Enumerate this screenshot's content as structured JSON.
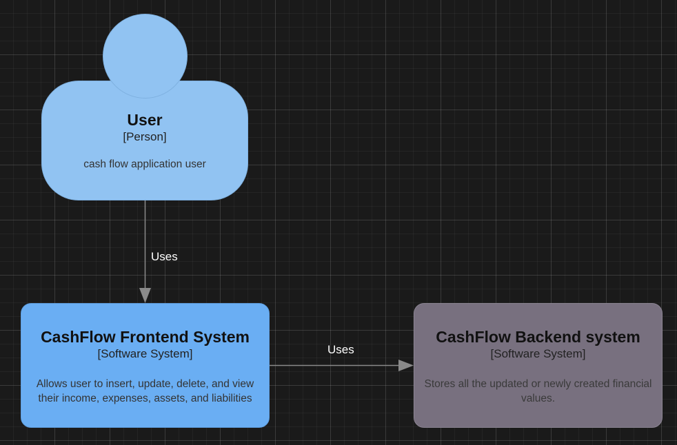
{
  "diagram": {
    "person": {
      "name": "User",
      "type": "[Person]",
      "description": "cash flow application user"
    },
    "frontend": {
      "name": "CashFlow Frontend System",
      "type": "[Software System]",
      "description_line1": "Allows user to insert, update, delete, and view",
      "description_line2": "their income, expenses, assets, and liabilities"
    },
    "backend": {
      "name": "CashFlow Backend system",
      "type": "[Software System]",
      "description_line1": "Stores all the updated or newly created financial",
      "description_line2": "values."
    },
    "relations": [
      {
        "from": "User",
        "to": "CashFlow Frontend System",
        "label": "Uses"
      },
      {
        "from": "CashFlow Frontend System",
        "to": "CashFlow Backend system",
        "label": "Uses"
      }
    ]
  },
  "colors": {
    "background": "#1a1a1a",
    "person": "#91c3f2",
    "frontend": "#6aaef3",
    "backend": "#78707f",
    "connector": "#8a8a8a"
  }
}
